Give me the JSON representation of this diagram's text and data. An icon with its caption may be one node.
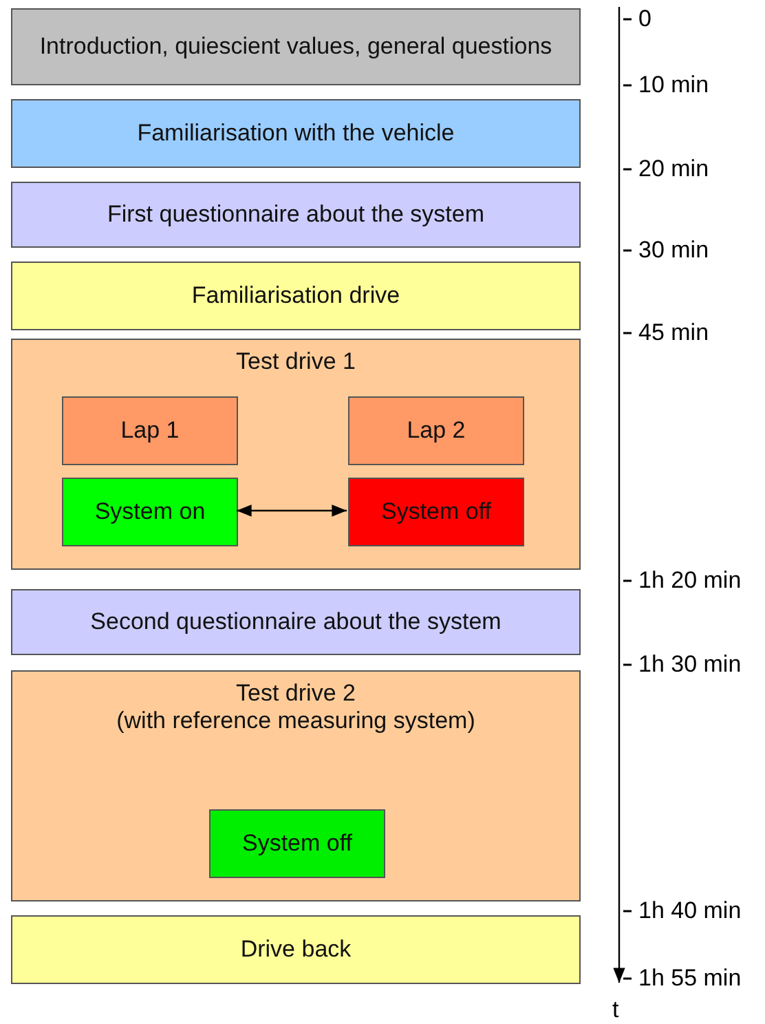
{
  "diagram": {
    "nodes": [
      {
        "text": [
          "Introduction, quiescient values, general questions"
        ]
      },
      {
        "text": [
          "Familiarisation with the vehicle"
        ]
      },
      {
        "text": [
          "First questionnaire about the system"
        ]
      },
      {
        "text": [
          "Familiarisation drive"
        ]
      },
      {
        "text": [
          "Test drive 1"
        ]
      },
      {
        "text": [
          "Lap 1"
        ],
        "in": 4
      },
      {
        "text": [
          "Lap 2"
        ],
        "in": 4
      },
      {
        "text": [
          "System on"
        ],
        "in": 4
      },
      {
        "text": [
          "System off"
        ],
        "in": 4
      },
      {
        "text": [
          "Second questionnaire about the system"
        ]
      },
      {
        "text": [
          "Test drive 2",
          "(with reference measuring system)"
        ]
      },
      {
        "text": [
          "System off"
        ],
        "in": 10
      },
      {
        "text": [
          "Drive back"
        ]
      }
    ],
    "edges": [
      {
        "from": 7,
        "to": 8,
        "arrow": "both"
      }
    ],
    "labels": [
      "0",
      "10 min",
      "20 min",
      "30 min",
      "45 min",
      "1h 20 min",
      "1h 30 min",
      "1h 40 min",
      "1h 55 min",
      "t"
    ]
  }
}
